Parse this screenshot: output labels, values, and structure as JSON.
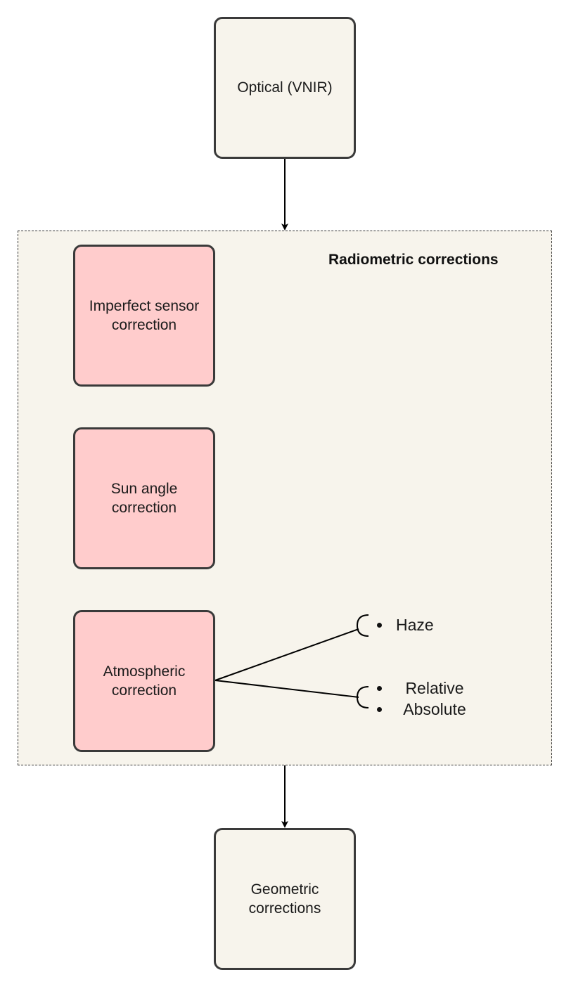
{
  "nodes": {
    "optical": {
      "label": "Optical (VNIR)"
    },
    "radiometric_group": {
      "title": "Radiometric corrections"
    },
    "imperfect_sensor": {
      "label": "Imperfect sensor correction"
    },
    "sun_angle": {
      "label": "Sun angle correction"
    },
    "atmospheric": {
      "label": "Atmospheric correction"
    },
    "geometric": {
      "label": "Geometric corrections"
    }
  },
  "atmospheric_details": {
    "group1": [
      "Haze"
    ],
    "group2": [
      "Relative",
      "Absolute"
    ]
  },
  "colors": {
    "neutral_fill": "#f7f4ec",
    "correction_fill": "#ffcccc",
    "border": "#3a3a3a"
  }
}
